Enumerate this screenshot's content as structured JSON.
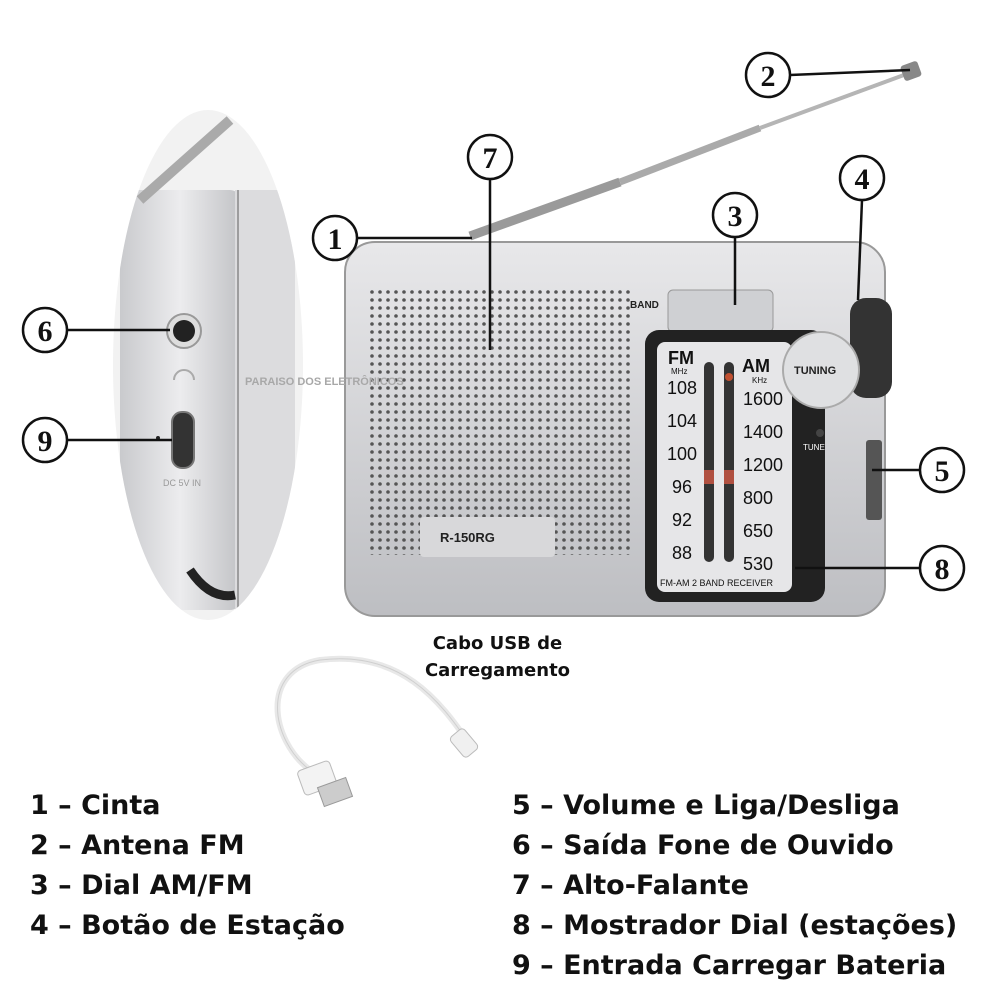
{
  "callouts": [
    "1",
    "2",
    "3",
    "4",
    "5",
    "6",
    "7",
    "8",
    "9"
  ],
  "radio": {
    "model": "R-150RG",
    "band_label": "BAND",
    "tuning_label": "TUNING",
    "tune_label": "TUNE",
    "fm_label": "FM",
    "fm_unit": "MHz",
    "am_label": "AM",
    "am_unit": "KHz",
    "fm_scale": [
      "108",
      "104",
      "100",
      "96",
      "92",
      "88"
    ],
    "am_scale": [
      "1600",
      "1400",
      "1200",
      "800",
      "650",
      "530"
    ],
    "receiver_label": "FM-AM 2 BAND RECEIVER",
    "port_label": "DC 5V IN",
    "watermark": "PARAISO DOS ELETRÔNICOS"
  },
  "cable_label": [
    "Cabo USB de",
    "Carregamento"
  ],
  "legend_left": [
    "1 – Cinta",
    "2 – Antena FM",
    "3 – Dial AM/FM",
    "4 – Botão de Estação"
  ],
  "legend_right": [
    "5 – Volume e Liga/Desliga",
    "6 – Saída Fone de Ouvido",
    "7 – Alto-Falante",
    "8 – Mostrador Dial (estações)",
    "9 – Entrada Carregar Bateria"
  ]
}
